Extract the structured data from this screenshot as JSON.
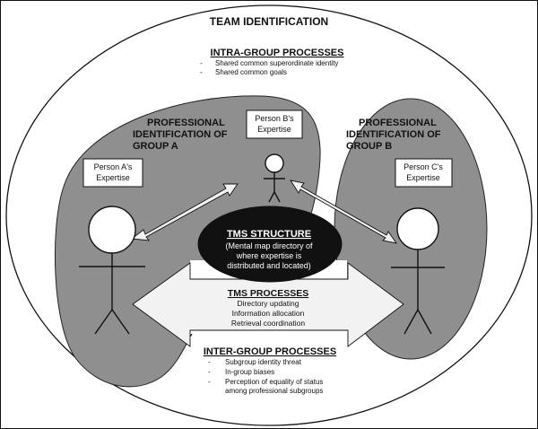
{
  "team_identification": "TEAM IDENTIFICATION",
  "intra_group": {
    "title": "INTRA-GROUP PROCESSES",
    "items": [
      "Shared common superordinate identity",
      "Shared common goals"
    ]
  },
  "group_a": {
    "line1": "PROFESSIONAL",
    "line2": "IDENTIFICATION OF",
    "line3": "GROUP A"
  },
  "group_b": {
    "line1": "PROFESSIONAL",
    "line2": "IDENTIFICATION OF",
    "line3": "GROUP B"
  },
  "person_a": {
    "line1": "Person A's",
    "line2": "Expertise"
  },
  "person_b": {
    "line1": "Person B's",
    "line2": "Expertise"
  },
  "person_c": {
    "line1": "Person C's",
    "line2": "Expertise"
  },
  "tms_structure": {
    "title": "TMS STRUCTURE",
    "line1": "(Mental map directory of",
    "line2": "where expertise is",
    "line3": "distributed and located)"
  },
  "tms_processes": {
    "title": "TMS PROCESSES",
    "items": [
      "Directory updating",
      "Information allocation",
      "Retrieval coordination"
    ]
  },
  "inter_group": {
    "title": "INTER-GROUP PROCESSES",
    "items": [
      "Subgroup identity threat",
      "In-group biases",
      "Perception of equality of status",
      "among professional subgroups"
    ]
  },
  "bullet": "-",
  "colors": {
    "group_fill": "#8f8f8f",
    "tms_structure_fill": "#111111",
    "arrow_fill": "#f2f2f2"
  }
}
